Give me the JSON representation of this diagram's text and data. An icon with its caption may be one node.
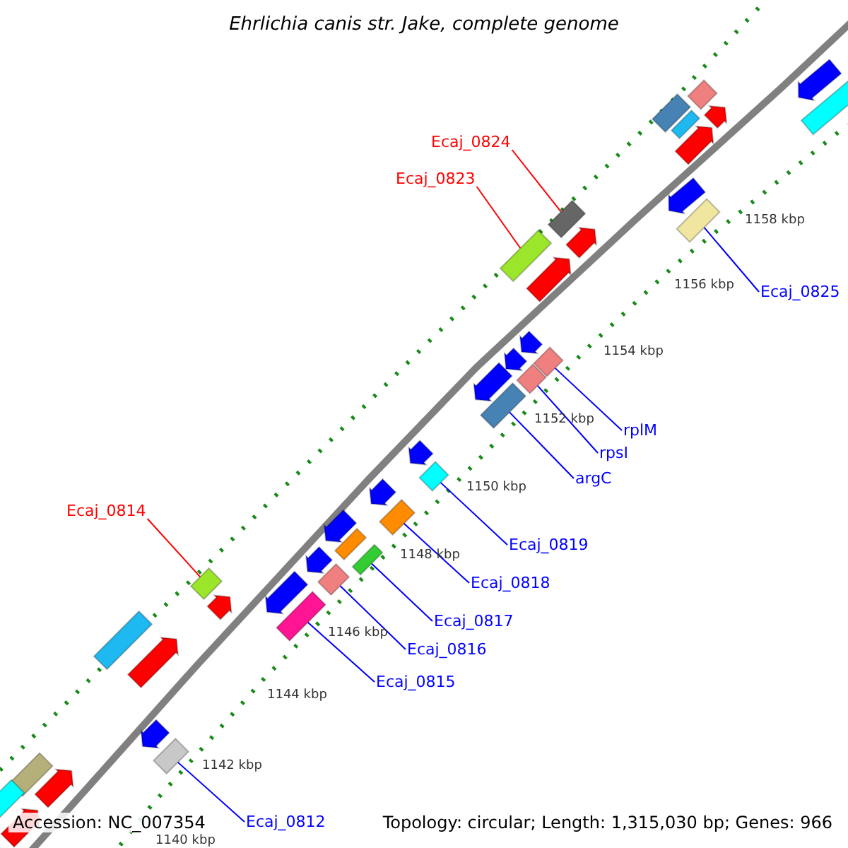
{
  "diagram": {
    "title": "Ehrlichia canis str. Jake, complete genome",
    "nodes": [
      {
        "text": [
          "Ecaj_0824"
        ]
      },
      {
        "text": [
          "Ecaj_0823"
        ]
      },
      {
        "text": [
          "Ecaj_0825"
        ]
      },
      {
        "text": [
          "rplM"
        ]
      },
      {
        "text": [
          "rpsI"
        ]
      },
      {
        "text": [
          "argC"
        ]
      },
      {
        "text": [
          "Ecaj_0814"
        ]
      },
      {
        "text": [
          "Ecaj_0819"
        ]
      },
      {
        "text": [
          "Ecaj_0818"
        ]
      },
      {
        "text": [
          "Ecaj_0817"
        ]
      },
      {
        "text": [
          "Ecaj_0816"
        ]
      },
      {
        "text": [
          "Ecaj_0815"
        ]
      },
      {
        "text": [
          "Ecaj_0812"
        ]
      },
      {
        "text": [],
        "shape": "bar"
      },
      {
        "text": [],
        "shape": "bar"
      },
      {
        "text": [],
        "shape": "bar"
      },
      {
        "text": [],
        "shape": "bar"
      },
      {
        "text": [],
        "shape": "bar"
      },
      {
        "text": [],
        "shape": "bar"
      },
      {
        "text": [],
        "shape": "bar"
      },
      {
        "text": [],
        "shape": "bar"
      },
      {
        "text": [],
        "shape": "bar"
      },
      {
        "text": [],
        "shape": "bar"
      },
      {
        "text": [],
        "shape": "bar"
      },
      {
        "text": [],
        "shape": "bar"
      },
      {
        "text": [],
        "shape": "bar"
      },
      {
        "text": [],
        "shape": "bar"
      },
      {
        "text": [],
        "shape": "bar"
      },
      {
        "text": [],
        "shape": "bar"
      },
      {
        "text": [],
        "shape": "bar"
      },
      {
        "text": [],
        "shape": "bar"
      },
      {
        "text": [],
        "shape": "bar"
      },
      {
        "text": [],
        "shape": "bar"
      },
      {
        "text": [],
        "shape": "bar"
      },
      {
        "text": [],
        "shape": "arrow"
      },
      {
        "text": [],
        "shape": "arrow"
      },
      {
        "text": [],
        "shape": "arrow"
      },
      {
        "text": [],
        "shape": "arrow"
      },
      {
        "text": [],
        "shape": "arrow"
      },
      {
        "text": [],
        "shape": "arrow"
      },
      {
        "text": [],
        "shape": "arrow"
      },
      {
        "text": [],
        "shape": "arrow"
      },
      {
        "text": [],
        "shape": "arrow"
      },
      {
        "text": [],
        "shape": "arrow"
      },
      {
        "text": [],
        "shape": "arrow"
      },
      {
        "text": [],
        "shape": "arrow"
      },
      {
        "text": [],
        "shape": "arrow"
      },
      {
        "text": [],
        "shape": "arrow"
      },
      {
        "text": [],
        "shape": "arrow"
      },
      {
        "text": [],
        "shape": "arrow"
      },
      {
        "text": [],
        "shape": "arrow"
      },
      {
        "text": [],
        "shape": "arrow"
      },
      {
        "text": [],
        "shape": "arrow"
      }
    ],
    "edges": [
      {
        "from": 0,
        "to": 13,
        "arrow": "none",
        "color": "#ff0000"
      },
      {
        "from": 1,
        "to": 14,
        "arrow": "none",
        "color": "#ff0000"
      },
      {
        "from": 2,
        "to": 15,
        "arrow": "none"
      },
      {
        "from": 3,
        "to": 16,
        "arrow": "none"
      },
      {
        "from": 4,
        "to": 17,
        "arrow": "none"
      },
      {
        "from": 5,
        "to": 18,
        "arrow": "none"
      },
      {
        "from": 6,
        "to": 19,
        "arrow": "none",
        "color": "#ff0000"
      },
      {
        "from": 7,
        "to": 20,
        "arrow": "none"
      },
      {
        "from": 8,
        "to": 21,
        "arrow": "none"
      },
      {
        "from": 9,
        "to": 22,
        "arrow": "none"
      },
      {
        "from": 10,
        "to": 23,
        "arrow": "none"
      },
      {
        "from": 11,
        "to": 24,
        "arrow": "none"
      },
      {
        "from": 12,
        "to": 25,
        "arrow": "none"
      }
    ],
    "labels": [
      "1158 kbp",
      "1156 kbp",
      "1154 kbp",
      "1152 kbp",
      "1150 kbp",
      "1148 kbp",
      "1146 kbp",
      "1144 kbp",
      "1142 kbp",
      "1140 kbp",
      "Accession: NC_007354",
      "Topology: circular; Length: 1,315,030 bp; Genes: 966"
    ]
  }
}
